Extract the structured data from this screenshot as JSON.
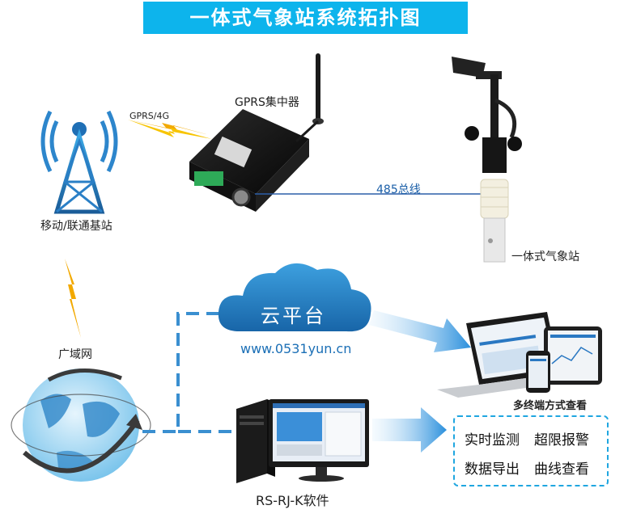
{
  "title": "一体式气象站系统拓扑图",
  "labels": {
    "gprs_concentrator": "GPRS集中器",
    "gprs_4g": "GPRS/4G",
    "base_station": "移动/联通基站",
    "bus_485": "485总线",
    "weather_station": "一体式气象站",
    "wan": "广域网",
    "cloud": "云平台",
    "cloud_url": "www.0531yun.cn",
    "multi_terminal": "多终端方式查看",
    "software": "RS-RJ-K软件"
  },
  "features": [
    "实时监测",
    "超限报警",
    "数据导出",
    "曲线查看"
  ],
  "colors": {
    "accent": "#0db4ec",
    "cloud": "#1f87c9",
    "dash_line": "#3a8fd0",
    "lightning": "#f2a900",
    "wire": "#2b5fa8"
  },
  "icons": [
    "tower-icon",
    "lightning-icon",
    "router-icon",
    "antenna-icon",
    "anemometer-icon",
    "globe-icon",
    "cloud-icon",
    "laptop-icon",
    "tablet-icon",
    "phone-icon",
    "pc-tower-icon",
    "monitor-icon"
  ]
}
